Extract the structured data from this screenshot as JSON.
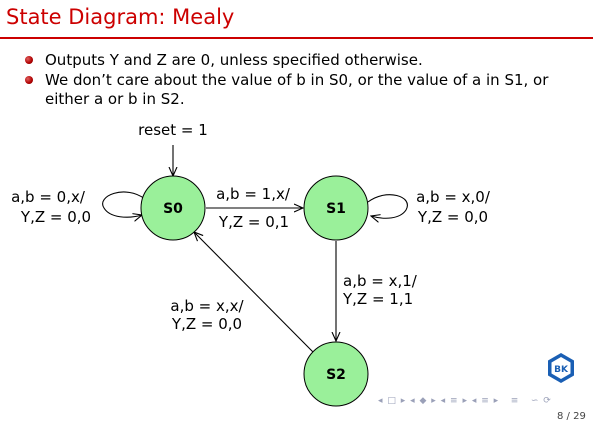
{
  "slide": {
    "title": "State Diagram: Mealy",
    "bullets": [
      "Outputs Y and Z are 0, unless specified otherwise.",
      "We don’t care about the value of b in S0, or the value of a in S1, or either a or b in S2."
    ],
    "page_number": "8 / 29",
    "logo_text": "BK"
  },
  "diagram": {
    "states": [
      {
        "id": "S0",
        "label": "S0"
      },
      {
        "id": "S1",
        "label": "S1"
      },
      {
        "id": "S2",
        "label": "S2"
      }
    ],
    "reset_label": "reset = 1",
    "transitions": [
      {
        "from": "S0",
        "to": "S0",
        "input": "a,b = 0,x/",
        "output": "Y,Z = 0,0"
      },
      {
        "from": "S0",
        "to": "S1",
        "input": "a,b = 1,x/",
        "output": "Y,Z = 0,1"
      },
      {
        "from": "S1",
        "to": "S1",
        "input": "a,b = x,0/",
        "output": "Y,Z = 0,0"
      },
      {
        "from": "S1",
        "to": "S2",
        "input": "a,b = x,1/",
        "output": "Y,Z = 1,1"
      },
      {
        "from": "S2",
        "to": "S0",
        "input": "a,b = x,x/",
        "output": "Y,Z = 0,0"
      }
    ],
    "colors": {
      "state_fill": "#9af09a",
      "title": "#cc0000"
    }
  }
}
